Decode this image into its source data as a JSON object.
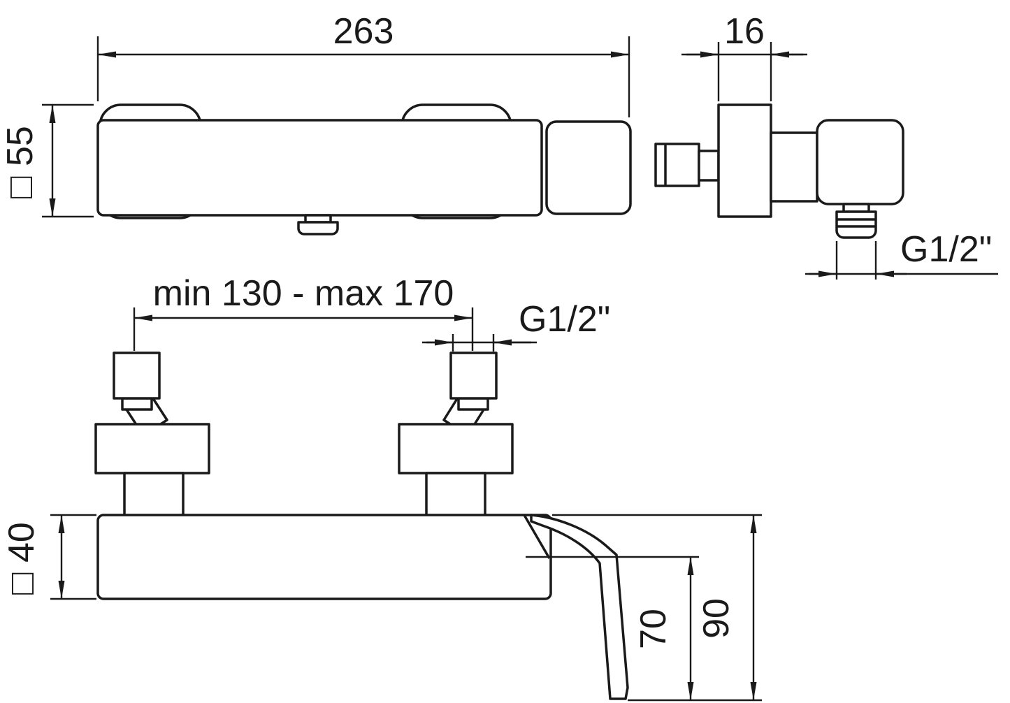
{
  "colors": {
    "line": "#1a1a1a",
    "background": "#ffffff"
  },
  "drawing": {
    "front_view": {
      "width": "263",
      "section_height": "□ 55"
    },
    "side_view": {
      "depth": "16",
      "outlet_thread": "G1/2\""
    },
    "installation_view": {
      "inlet_centers": "min 130 - max 170",
      "inlet_thread": "G1/2\"",
      "section_height": "□ 40",
      "handle_projection": "70",
      "overall_projection": "90"
    }
  }
}
